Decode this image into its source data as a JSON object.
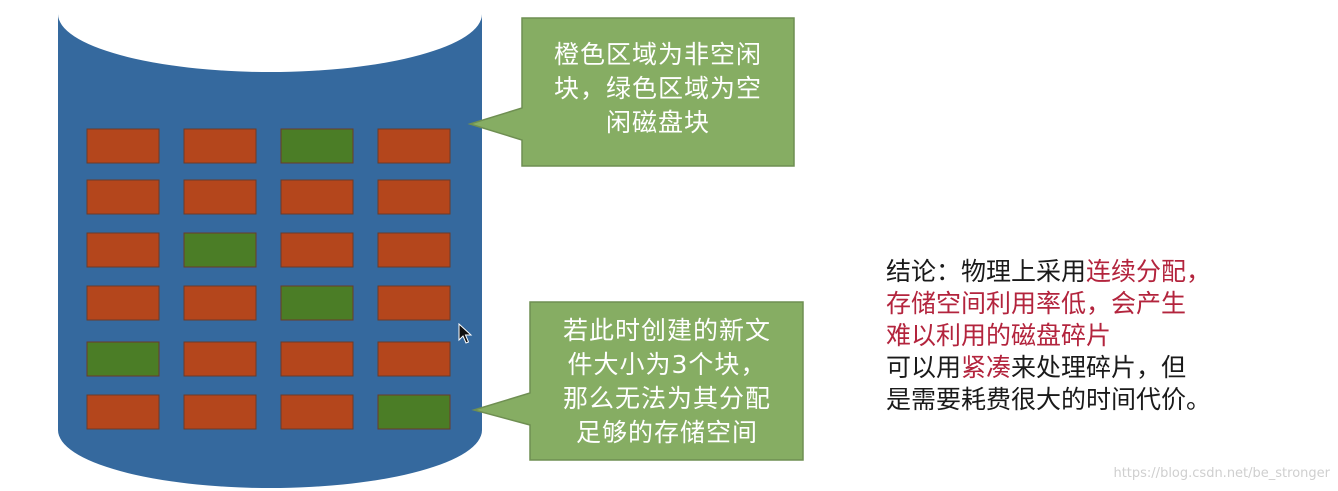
{
  "disk": {
    "rows": [
      [
        "used",
        "used",
        "free",
        "used"
      ],
      [
        "used",
        "used",
        "used",
        "used"
      ],
      [
        "used",
        "free",
        "used",
        "used"
      ],
      [
        "used",
        "used",
        "free",
        "used"
      ],
      [
        "free",
        "used",
        "used",
        "used"
      ],
      [
        "used",
        "used",
        "used",
        "free"
      ]
    ]
  },
  "colors": {
    "disk": "#35699e",
    "disk_top": "#ffffff",
    "used_block": "#b4461c",
    "free_block": "#4b7d26",
    "block_border": "#6b3b2a",
    "callout": "#86ad63",
    "callout_border": "#6f8f52",
    "highlight": "#b3243d"
  },
  "callouts": [
    {
      "lines": [
        "橙色区域为非空闲",
        "块，绿色区域为空",
        "闲磁盘块"
      ]
    },
    {
      "lines": [
        "若此时创建的新文",
        "件大小为3个块，",
        "那么无法为其分配",
        "足够的存储空间"
      ]
    }
  ],
  "conclusion": {
    "line1_plain": "结论：物理上采用",
    "line1_red": "连续分配，",
    "line2_red": "存储空间利用率低，会产生",
    "line3_red": "难以利用的磁盘碎片",
    "line4_plain_a": "可以用",
    "line4_red": "紧凑",
    "line4_plain_b": "来处理碎片，但",
    "line5_plain": "是需要耗费很大的时间代价。"
  },
  "watermark": "https://blog.csdn.net/be_stronger",
  "icons": {
    "pointer": "mouse-pointer-icon"
  }
}
